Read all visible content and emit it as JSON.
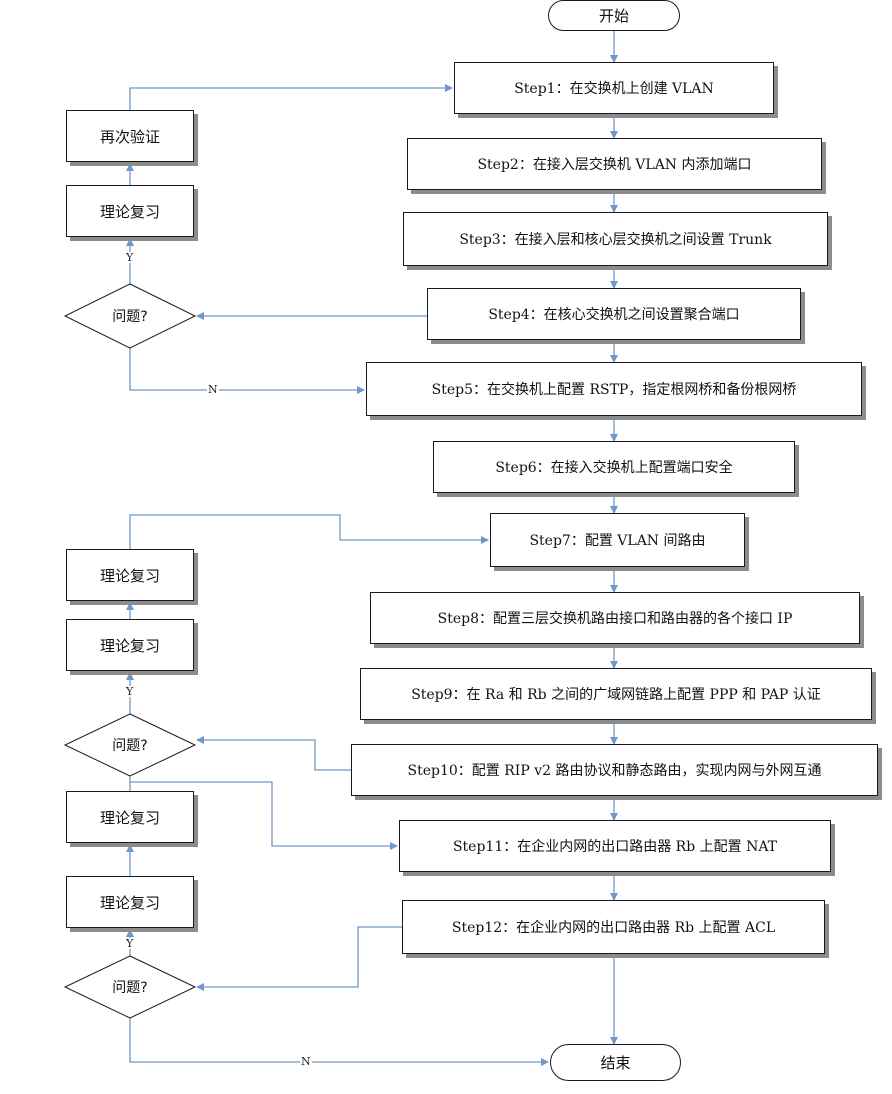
{
  "colors": {
    "connector": "#6f97c8",
    "box_border": "#1a1a1a",
    "shadow": "#8c8c8c"
  },
  "flow": {
    "start": "开始",
    "end": "结束",
    "steps": [
      "Step1：在交换机上创建 VLAN",
      "Step2：在接入层交换机 VLAN 内添加端口",
      "Step3：在接入层和核心层交换机之间设置 Trunk",
      "Step4：在核心交换机之间设置聚合端口",
      "Step5：在交换机上配置 RSTP，指定根网桥和备份根网桥",
      "Step6：在接入交换机上配置端口安全",
      "Step7：配置 VLAN 间路由",
      "Step8：配置三层交换机路由接口和路由器的各个接口 IP",
      "Step9：在 Ra 和 Rb 之间的广域网链路上配置 PPP 和 PAP 认证",
      "Step10：配置 RIP v2 路由协议和静态路由，实现内网与外网互通",
      "Step11：在企业内网的出口路由器 Rb 上配置 NAT",
      "Step12：在企业内网的出口路由器 Rb 上配置 ACL"
    ]
  },
  "side": {
    "group1": {
      "verify": "再次验证",
      "review": "理论复习",
      "decision": "问题?",
      "yes": "Y",
      "no": "N"
    },
    "group2": {
      "review_a": "理论复习",
      "review_b": "理论复习",
      "decision": "问题?",
      "yes": "Y"
    },
    "group3": {
      "review_a": "理论复习",
      "review_b": "理论复习",
      "decision": "问题?",
      "yes": "Y",
      "no": "N"
    }
  }
}
